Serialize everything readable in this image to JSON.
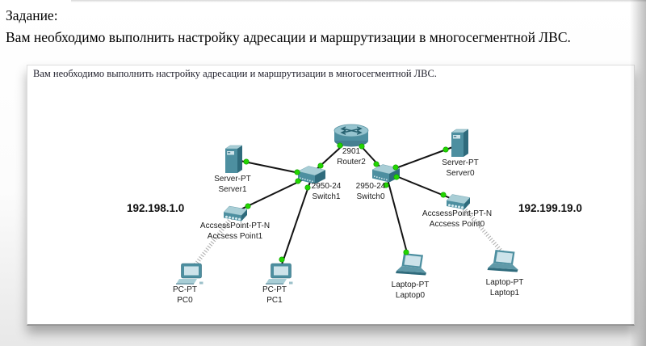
{
  "page": {
    "heading": "Задание:",
    "subheading": "Вам необходимо выполнить настройку адресации и маршрутизации в многосегментной ЛВС."
  },
  "panel": {
    "instruction": "Вам необходимо выполнить настройку адресации и маршрутизации в многосегментной ЛВС."
  },
  "diagram": {
    "network_labels": [
      {
        "text": "192.198.1.0"
      },
      {
        "text": "192.199.19.0"
      }
    ],
    "devices": [
      {
        "type": "router",
        "model": "2901",
        "name": "Router2"
      },
      {
        "type": "switch",
        "model": "2950-24",
        "name": "Switch1"
      },
      {
        "type": "switch",
        "model": "2950-24",
        "name": "Switch0"
      },
      {
        "type": "server",
        "model": "Server-PT",
        "name": "Server1"
      },
      {
        "type": "server",
        "model": "Server-PT",
        "name": "Server0"
      },
      {
        "type": "access-point",
        "model": "AccsessPoint-PT-N",
        "name": "Accsess Point1"
      },
      {
        "type": "access-point",
        "model": "AccsessPoint-PT-N",
        "name": "Accsess Point0"
      },
      {
        "type": "pc",
        "model": "PC-PT",
        "name": "PC0"
      },
      {
        "type": "pc",
        "model": "PC-PT",
        "name": "PC1"
      },
      {
        "type": "laptop",
        "model": "Laptop-PT",
        "name": "Laptop0"
      },
      {
        "type": "laptop",
        "model": "Laptop-PT",
        "name": "Laptop1"
      }
    ],
    "connections": [
      {
        "from": "Router2",
        "to": "Switch1",
        "kind": "ethernet"
      },
      {
        "from": "Router2",
        "to": "Switch0",
        "kind": "ethernet"
      },
      {
        "from": "Switch1",
        "to": "Server1",
        "kind": "ethernet"
      },
      {
        "from": "Switch1",
        "to": "Accsess Point1",
        "kind": "ethernet"
      },
      {
        "from": "Switch1",
        "to": "PC1",
        "kind": "ethernet"
      },
      {
        "from": "Switch0",
        "to": "Server0",
        "kind": "ethernet"
      },
      {
        "from": "Switch0",
        "to": "Accsess Point0",
        "kind": "ethernet"
      },
      {
        "from": "Switch0",
        "to": "Laptop0",
        "kind": "ethernet"
      },
      {
        "from": "Accsess Point1",
        "to": "PC0",
        "kind": "wireless"
      },
      {
        "from": "Accsess Point0",
        "to": "Laptop1",
        "kind": "wireless"
      }
    ],
    "link_status_color": "#23d500",
    "device_color": "#4d8fa0"
  }
}
